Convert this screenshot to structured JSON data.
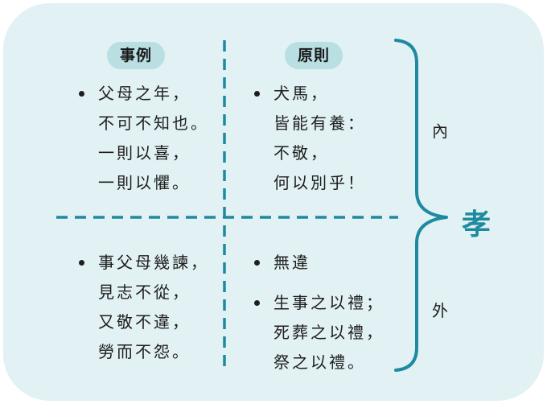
{
  "headers": {
    "left": "事例",
    "right": "原則"
  },
  "quadrants": {
    "top_left": [
      {
        "lines": [
          "父母之年，",
          "不可不知也。",
          "一則以喜，",
          "一則以懼。"
        ]
      }
    ],
    "top_right": [
      {
        "lines": [
          "犬馬，",
          "皆能有養：",
          "不敬，",
          "何以別乎！"
        ]
      }
    ],
    "bottom_left": [
      {
        "lines": [
          "事父母幾諫，",
          "見志不從，",
          "又敬不違，",
          "勞而不怨。"
        ]
      }
    ],
    "bottom_right": [
      {
        "lines": [
          "無違"
        ]
      },
      {
        "lines": [
          "生事之以禮；",
          "死葬之以禮，",
          "祭之以禮。"
        ]
      }
    ]
  },
  "brace": {
    "upper_label": "內",
    "lower_label": "外",
    "main_label": "孝"
  },
  "colors": {
    "panel": "#e2f1f3",
    "pill": "#b9dfe3",
    "accent": "#1e8aa0",
    "text": "#1e1e1e"
  }
}
